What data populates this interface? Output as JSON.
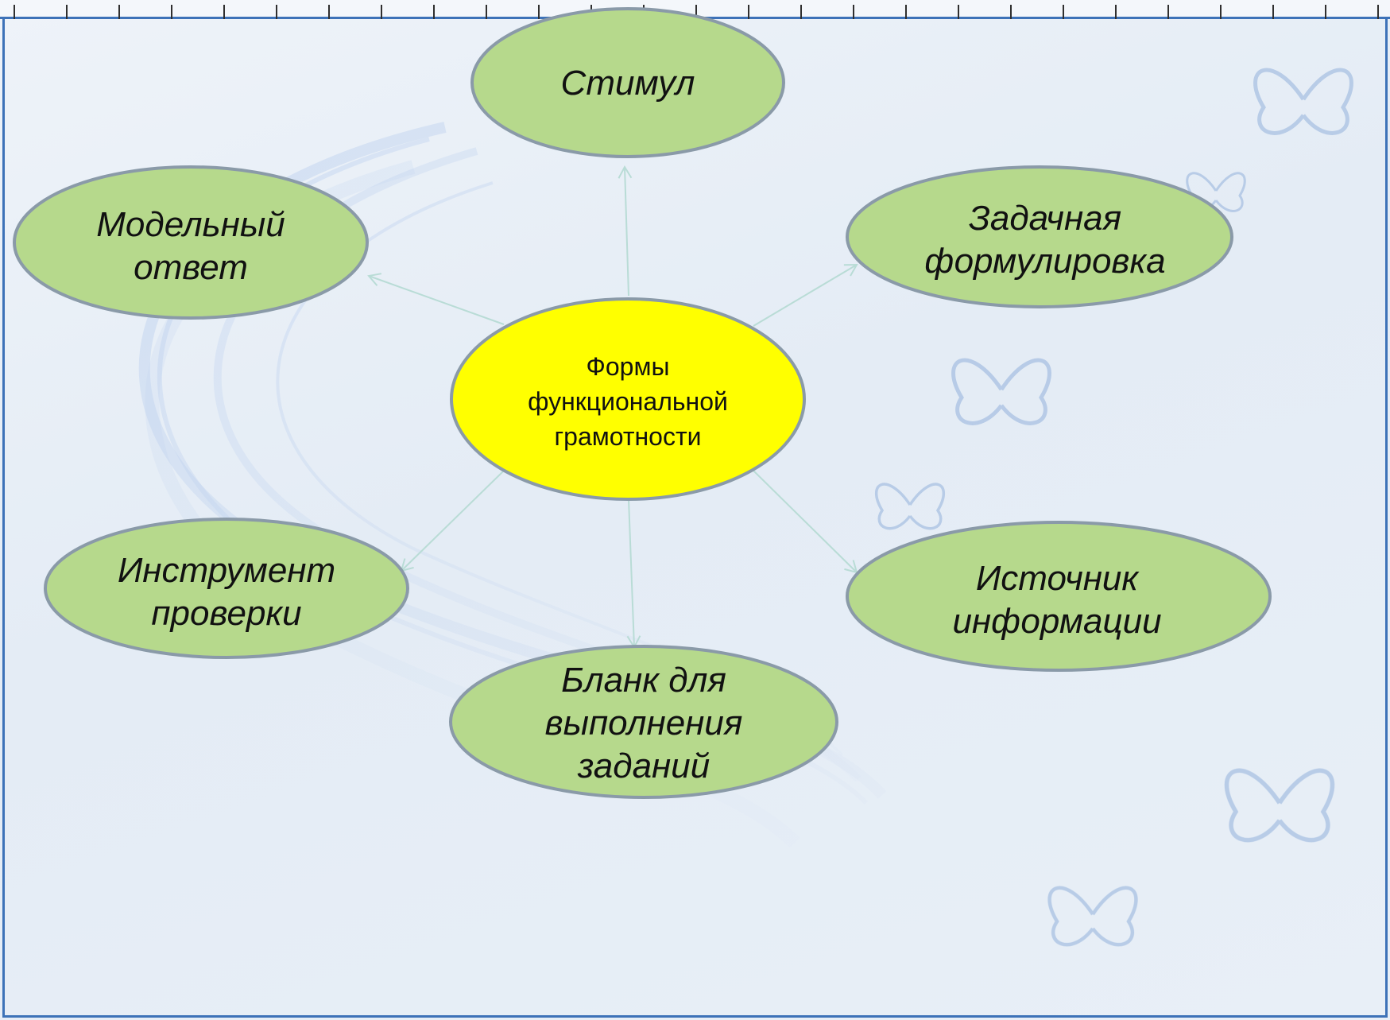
{
  "diagram": {
    "center": {
      "text": "Формы\nфункциональной\nграмотности",
      "fill": "#ffff00"
    },
    "nodes": [
      {
        "id": "stimul",
        "text": "Стимул"
      },
      {
        "id": "zadachnaya",
        "text": "Задачная\nформулировка"
      },
      {
        "id": "istochnik",
        "text": "Источник\nинформации"
      },
      {
        "id": "blank",
        "text": "Бланк для\nвыполнения\nзаданий"
      },
      {
        "id": "instrument",
        "text": "Инструмент\nпроверки"
      },
      {
        "id": "model",
        "text": "Модельный\nответ"
      }
    ],
    "node_fill": "#b6d98c",
    "node_stroke": "#8a9aa8",
    "arrow_color": "#b9dcd6",
    "frame_color": "#3d72b8"
  }
}
